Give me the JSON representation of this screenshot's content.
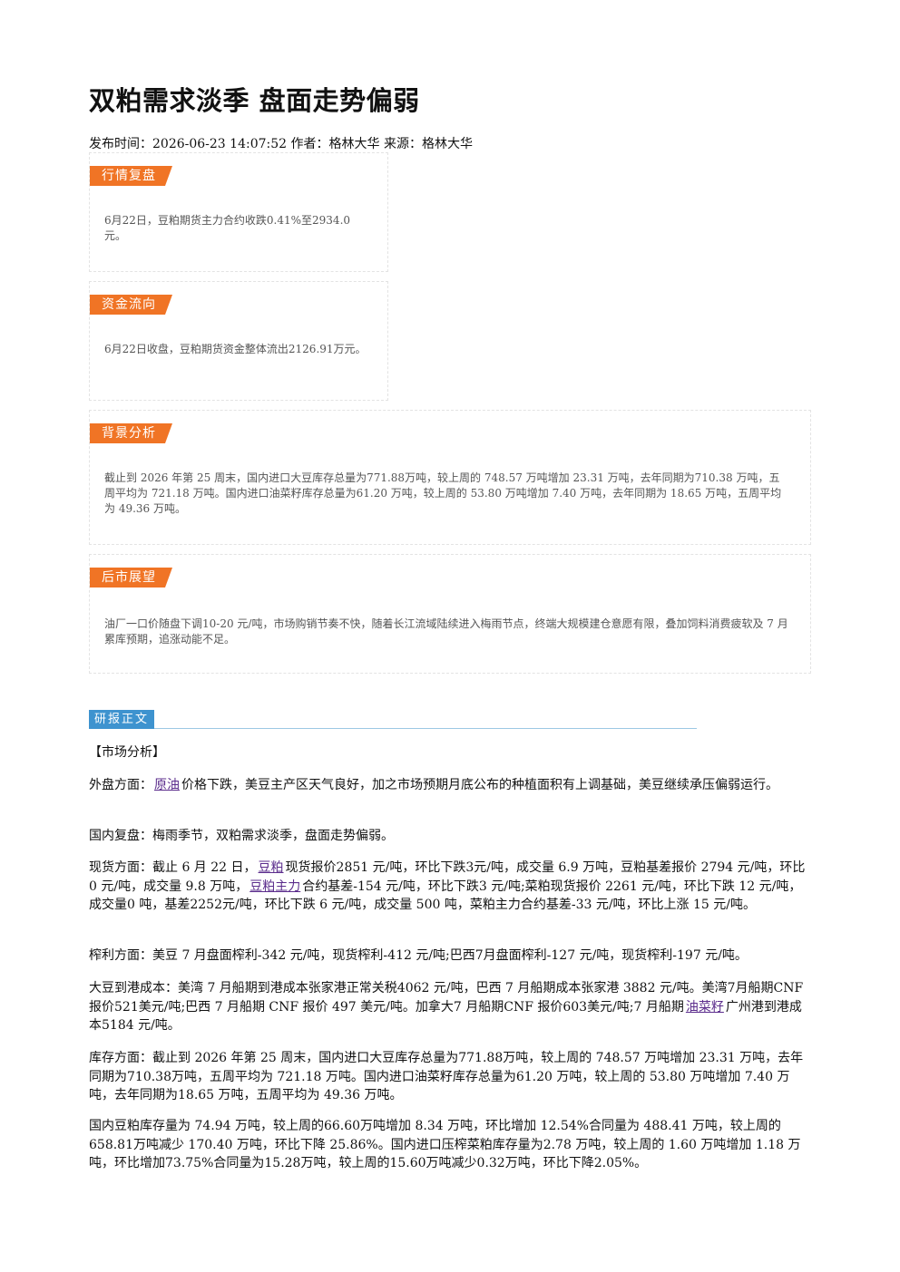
{
  "article": {
    "title": "双粕需求淡季 盘面走势偏弱",
    "meta": "发布时间：2026-06-23 14:07:52 作者：格林大华 来源：格林大华"
  },
  "boxes": [
    {
      "tag": "行情复盘",
      "text": "6月22日，豆粕期货主力合约收跌0.41%至2934.0元。"
    },
    {
      "tag": "资金流向",
      "text": "6月22日收盘，豆粕期货资金整体流出2126.91万元。"
    },
    {
      "tag": "背景分析",
      "text": "截止到 2026 年第 25 周末，国内进口大豆库存总量为771.88万吨，较上周的 748.57 万吨增加 23.31 万吨，去年同期为710.38 万吨，五周平均为 721.18 万吨。国内进口油菜籽库存总量为61.20 万吨，较上周的 53.80 万吨增加 7.40 万吨，去年同期为 18.65 万吨，五周平均为 49.36 万吨。"
    },
    {
      "tag": "后市展望",
      "text": "油厂一口价随盘下调10-20 元/吨，市场购销节奏不快，随着长江流域陆续进入梅雨节点，终端大规模建仓意愿有限，叠加饲料消费疲软及 7 月累库预期，追涨动能不足。"
    }
  ],
  "report": {
    "header": "研报正文",
    "section": "【市场分析】",
    "p1_a": "外盘方面：",
    "p1_link": "原油",
    "p1_b": "价格下跌，美豆主产区天气良好，加之市场预期月底公布的种植面积有上调基础，美豆继续承压偏弱运行。",
    "p2": "国内复盘：梅雨季节，双粕需求淡季，盘面走势偏弱。",
    "p3_a": "现货方面：截止 6 月 22 日，",
    "p3_link1": "豆粕",
    "p3_b": "现货报价2851 元/吨，环比下跌3元/吨，成交量 6.9 万吨，豆粕基差报价 2794 元/吨，环比0 元/吨，成交量 9.8 万吨，",
    "p3_link2": "豆粕主力",
    "p3_c": "合约基差-154 元/吨，环比下跌3 元/吨;菜粕现货报价 2261 元/吨，环比下跌 12 元/吨，成交量0 吨，基差2252元/吨，环比下跌 6 元/吨，成交量 500 吨，菜粕主力合约基差-33 元/吨，环比上涨 15 元/吨。",
    "p4": "榨利方面：美豆 7 月盘面榨利-342 元/吨，现货榨利-412 元/吨;巴西7月盘面榨利-127 元/吨，现货榨利-197 元/吨。",
    "p5_a": "大豆到港成本：美湾 7 月船期到港成本张家港正常关税4062 元/吨，巴西 7 月船期成本张家港 3882 元/吨。美湾7月船期CNF 报价521美元/吨;巴西 7 月船期 CNF 报价 497 美元/吨。加拿大7 月船期CNF 报价603美元/吨;7 月船期",
    "p5_link": "油菜籽",
    "p5_b": "广州港到港成本5184 元/吨。",
    "p6": "库存方面：截止到 2026 年第 25 周末，国内进口大豆库存总量为771.88万吨，较上周的 748.57 万吨增加 23.31 万吨，去年同期为710.38万吨，五周平均为 721.18 万吨。国内进口油菜籽库存总量为61.20 万吨，较上周的 53.80 万吨增加 7.40 万吨，去年同期为18.65 万吨，五周平均为 49.36 万吨。",
    "p7": "国内豆粕库存量为 74.94 万吨，较上周的66.60万吨增加 8.34 万吨，环比增加 12.54%合同量为 488.41 万吨，较上周的658.81万吨减少 170.40 万吨，环比下降 25.86%。国内进口压榨菜粕库存量为2.78 万吨，较上周的 1.60 万吨增加 1.18 万吨，环比增加73.75%合同量为15.28万吨，较上周的15.60万吨减少0.32万吨，环比下降2.05%。"
  }
}
